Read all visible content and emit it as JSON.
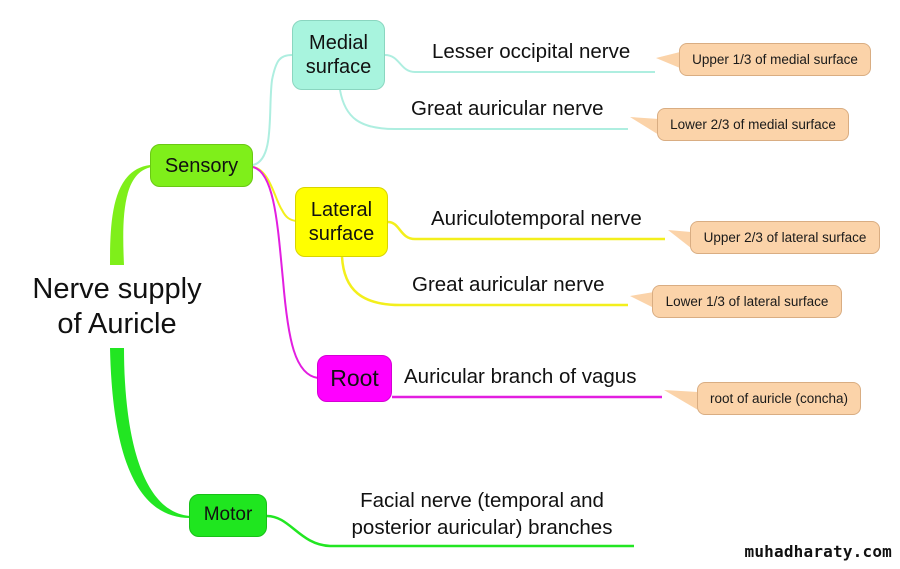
{
  "central": {
    "line1": "Nerve supply",
    "line2": "of Auricle"
  },
  "branches": {
    "sensory": {
      "label": "Sensory",
      "color": "#7fef1a"
    },
    "motor": {
      "label": "Motor",
      "color": "#1fe61f"
    },
    "medial": {
      "line1": "Medial",
      "line2": "surface",
      "color": "#a8f4de"
    },
    "lateral": {
      "line1": "Lateral",
      "line2": "surface",
      "color": "#ffff00"
    },
    "root": {
      "label": "Root",
      "color": "#ff00ff"
    }
  },
  "leaves": {
    "lesser_occipital": "Lesser occipital nerve",
    "great_auricular_medial": "Great auricular nerve",
    "auriculotemporal": "Auriculotemporal nerve",
    "great_auricular_lateral": "Great auricular nerve",
    "vagus": "Auricular branch of vagus",
    "facial_line1": "Facial nerve (temporal and",
    "facial_line2": "posterior auricular) branches"
  },
  "callouts": {
    "upper_medial": "Upper 1/3 of medial surface",
    "lower_medial": "Lower 2/3 of medial surface",
    "upper_lateral": "Upper 2/3 of lateral surface",
    "lower_lateral": "Lower 1/3 of lateral surface",
    "root": "root of auricle (concha)"
  },
  "line_colors": {
    "medial": "#aeeee0",
    "lateral": "#f3ef1c",
    "root": "#e21ee0",
    "sensory_trunk": "#7fef1a",
    "motor_trunk": "#22e622",
    "callout_fill": "#fbd3a9"
  },
  "watermark": "muhadharaty.com"
}
